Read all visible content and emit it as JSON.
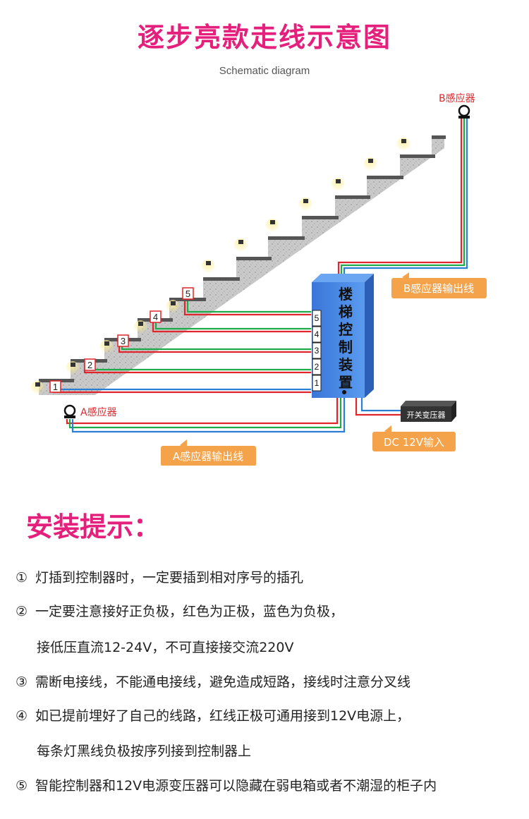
{
  "header": {
    "title": "逐步亮款走线示意图",
    "subtitle": "Schematic diagram"
  },
  "diagram": {
    "sensor_b_label": "B感应器",
    "sensor_a_label": "A感应器",
    "controller_label": "楼梯控制装置",
    "controller_ports": [
      "5",
      "4",
      "3",
      "2",
      "1"
    ],
    "step_numbers": [
      "1",
      "2",
      "3",
      "4",
      "5"
    ],
    "transformer_label": "开关变压器",
    "callout_b_output": "B感应器输出线",
    "callout_a_output": "A感应器输出线",
    "callout_dc_input": "DC 12V输入",
    "colors": {
      "positive_wire": "#e0262c",
      "negative_wire": "#2a7fd4",
      "signal_wire": "#1faa4a",
      "controller": "#3f7fe0",
      "callout": "#f5a34a",
      "sensor_label": "#e0262c"
    }
  },
  "tips": {
    "heading": "安装提示：",
    "items": [
      {
        "num": "①",
        "lines": [
          "灯插到控制器时，一定要插到相对序号的插孔"
        ]
      },
      {
        "num": "②",
        "lines": [
          "一定要注意接好正负极，红色为正极，蓝色为负极，",
          "接低压直流12-24V，不可直接接交流220V"
        ]
      },
      {
        "num": "③",
        "lines": [
          "需断电接线，不能通电接线，避免造成短路，接线时注意分叉线"
        ]
      },
      {
        "num": "④",
        "lines": [
          "如已提前埋好了自己的线路，红线正极可通用接到12V电源上，",
          "每条灯黑线负极按序列接到控制器上"
        ]
      },
      {
        "num": "⑤",
        "lines": [
          "智能控制器和12V电源变压器可以隐藏在弱电箱或者不潮湿的柜子内"
        ]
      }
    ]
  }
}
